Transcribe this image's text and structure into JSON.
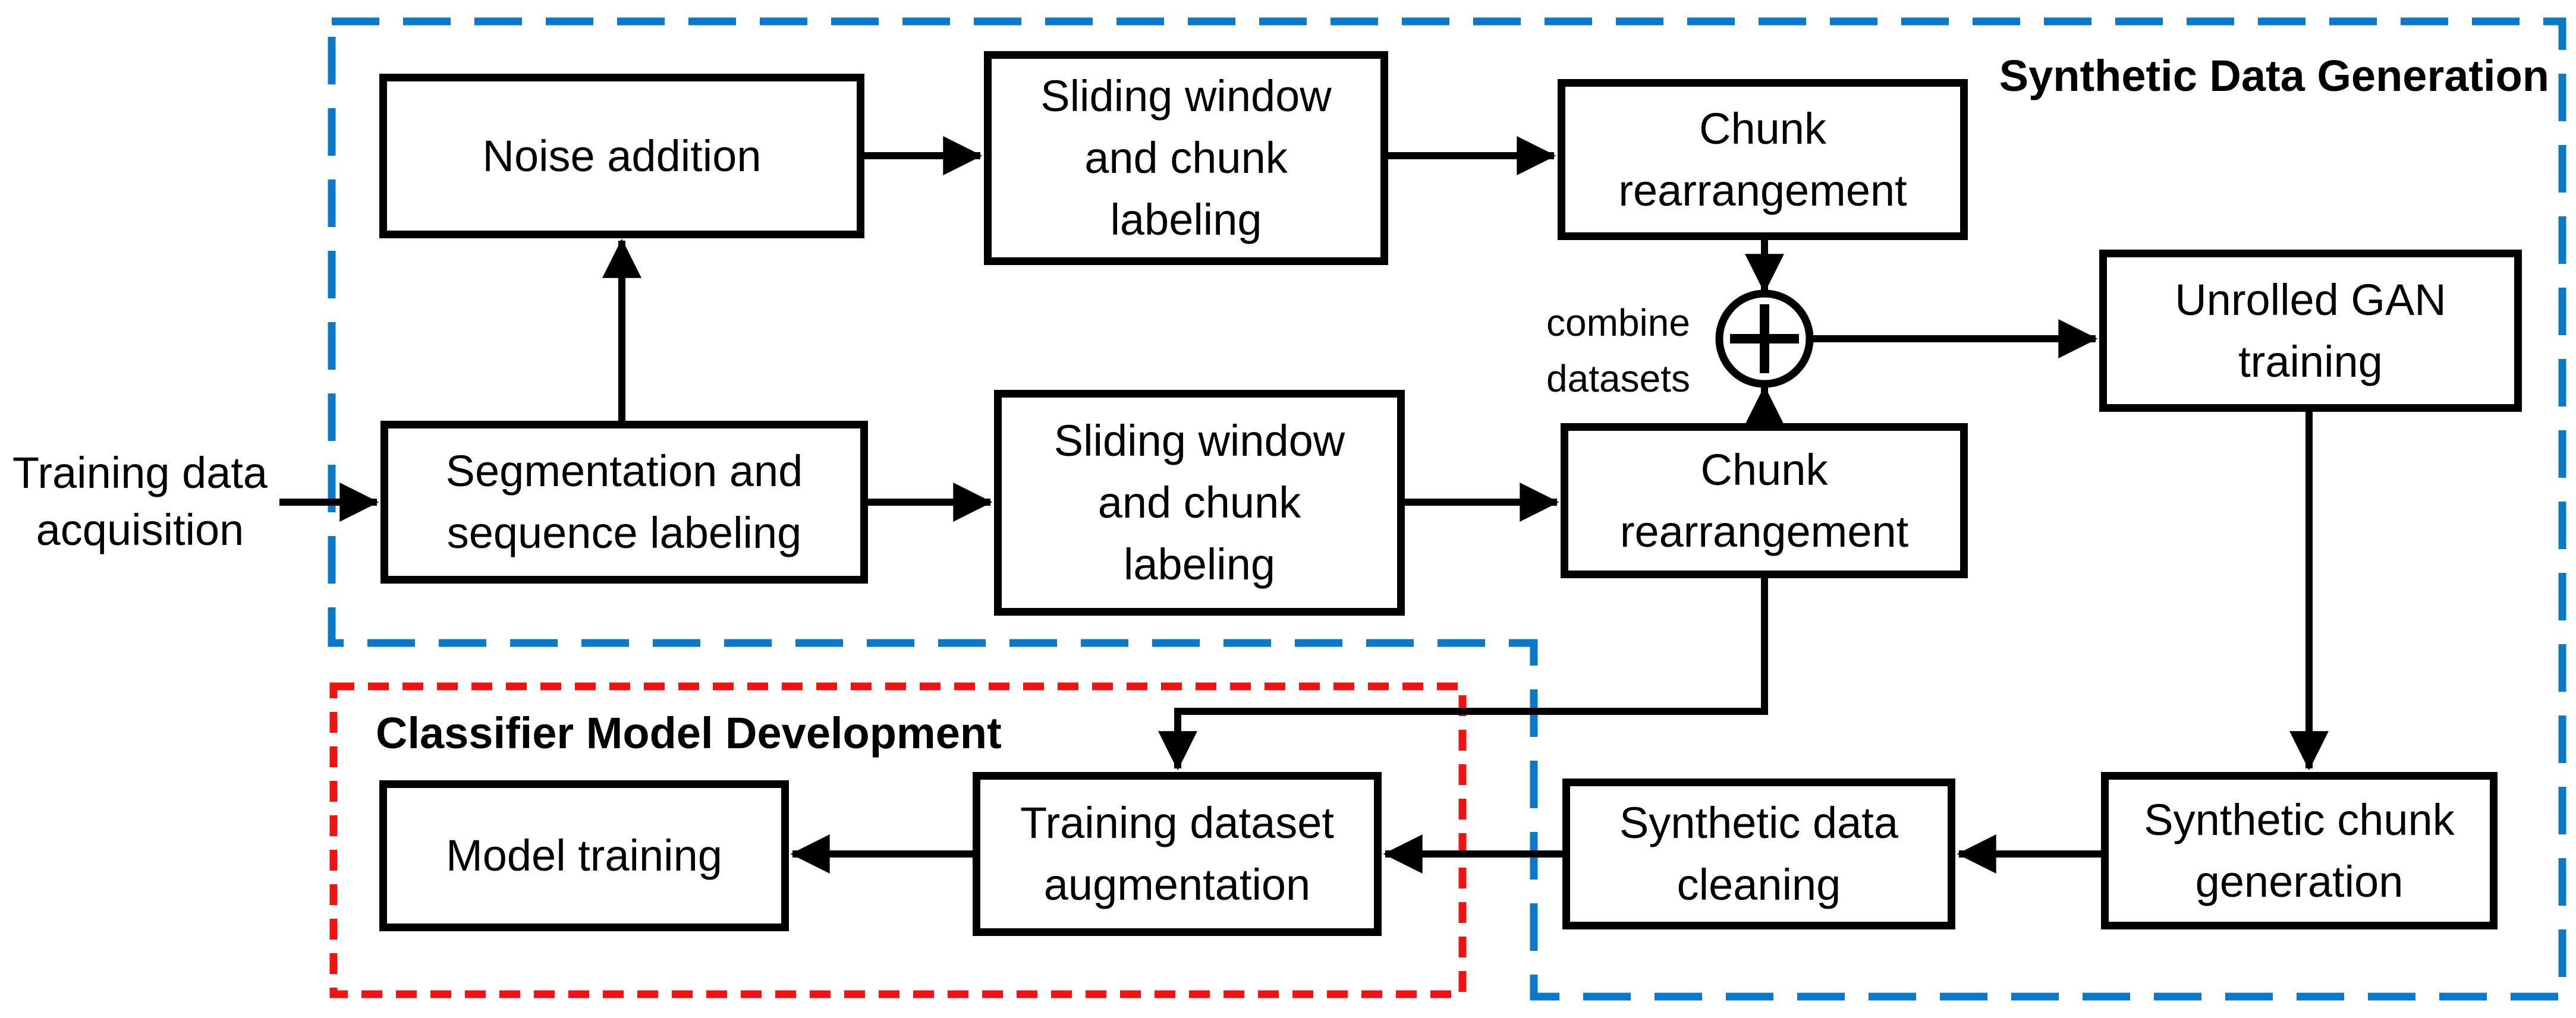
{
  "figure": {
    "background_color": "#ffffff",
    "regions": {
      "synthetic_data_generation": {
        "title": "Synthetic Data Generation",
        "border_color": "#0b79c9",
        "border_style": "dashed"
      },
      "classifier_model_development": {
        "title": "Classifier Model Development",
        "border_color": "#f31111",
        "border_style": "dashed"
      }
    },
    "input_label": "Training data\nacquisition",
    "combine_node": {
      "label": "combine\ndatasets",
      "symbol": "circled-plus"
    },
    "boxes": {
      "noise_addition": {
        "label": "Noise addition"
      },
      "sliding_window_top": {
        "label": "Sliding window\nand chunk\nlabeling"
      },
      "chunk_rearrangement_top": {
        "label": "Chunk\nrearrangement"
      },
      "unrolled_gan_training": {
        "label": "Unrolled GAN\ntraining"
      },
      "segmentation_sequence_labeling": {
        "label": "Segmentation and\nsequence labeling"
      },
      "sliding_window_bottom": {
        "label": "Sliding window\nand chunk\nlabeling"
      },
      "chunk_rearrangement_bottom": {
        "label": "Chunk\nrearrangement"
      },
      "synthetic_chunk_generation": {
        "label": "Synthetic chunk\ngeneration"
      },
      "synthetic_data_cleaning": {
        "label": "Synthetic data\ncleaning"
      },
      "training_dataset_augmentation": {
        "label": "Training dataset\naugmentation"
      },
      "model_training": {
        "label": "Model training"
      }
    },
    "colors": {
      "box_border": "#000000",
      "arrow": "#000000",
      "text": "#000000"
    }
  }
}
